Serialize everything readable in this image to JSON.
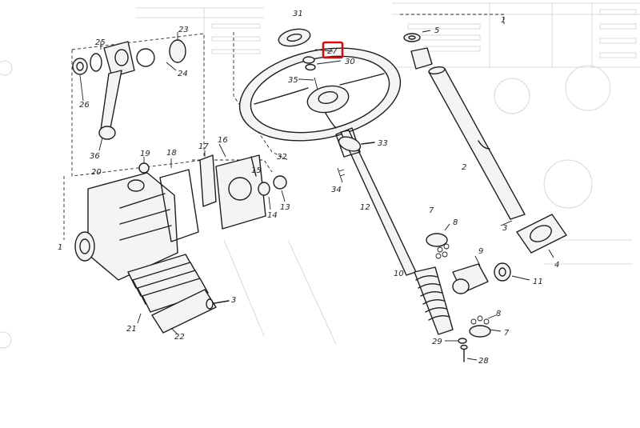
{
  "diagram": {
    "highlight": {
      "part_number": "27",
      "color": "#d01010"
    },
    "callouts": [
      {
        "id": "c31",
        "text": "31"
      },
      {
        "id": "c27",
        "text": "27"
      },
      {
        "id": "c30",
        "text": "30"
      },
      {
        "id": "c35",
        "text": "35"
      },
      {
        "id": "c5",
        "text": "5"
      },
      {
        "id": "c1",
        "text": "1"
      },
      {
        "id": "c2",
        "text": "2"
      },
      {
        "id": "c3a",
        "text": "3"
      },
      {
        "id": "c4",
        "text": "4"
      },
      {
        "id": "c7a",
        "text": "7"
      },
      {
        "id": "c8a",
        "text": "8"
      },
      {
        "id": "c9",
        "text": "9"
      },
      {
        "id": "c10",
        "text": "10"
      },
      {
        "id": "c11",
        "text": "11"
      },
      {
        "id": "c8b",
        "text": "8"
      },
      {
        "id": "c7b",
        "text": "7"
      },
      {
        "id": "c29",
        "text": "29"
      },
      {
        "id": "c28",
        "text": "28"
      },
      {
        "id": "c33",
        "text": "33"
      },
      {
        "id": "c34",
        "text": "34"
      },
      {
        "id": "c12",
        "text": "12"
      },
      {
        "id": "c32",
        "text": "32"
      },
      {
        "id": "c23",
        "text": "23"
      },
      {
        "id": "c25",
        "text": "25"
      },
      {
        "id": "c24",
        "text": "24"
      },
      {
        "id": "c26",
        "text": "26"
      },
      {
        "id": "c36",
        "text": "36"
      },
      {
        "id": "c19",
        "text": "19"
      },
      {
        "id": "c18",
        "text": "18"
      },
      {
        "id": "c17",
        "text": "17"
      },
      {
        "id": "c16",
        "text": "16"
      },
      {
        "id": "c15",
        "text": "15"
      },
      {
        "id": "c20",
        "text": "20"
      },
      {
        "id": "c14",
        "text": "14"
      },
      {
        "id": "c13",
        "text": "13"
      },
      {
        "id": "c1b",
        "text": "1"
      },
      {
        "id": "c21",
        "text": "21"
      },
      {
        "id": "c22",
        "text": "22"
      },
      {
        "id": "c3b",
        "text": "3"
      }
    ]
  }
}
